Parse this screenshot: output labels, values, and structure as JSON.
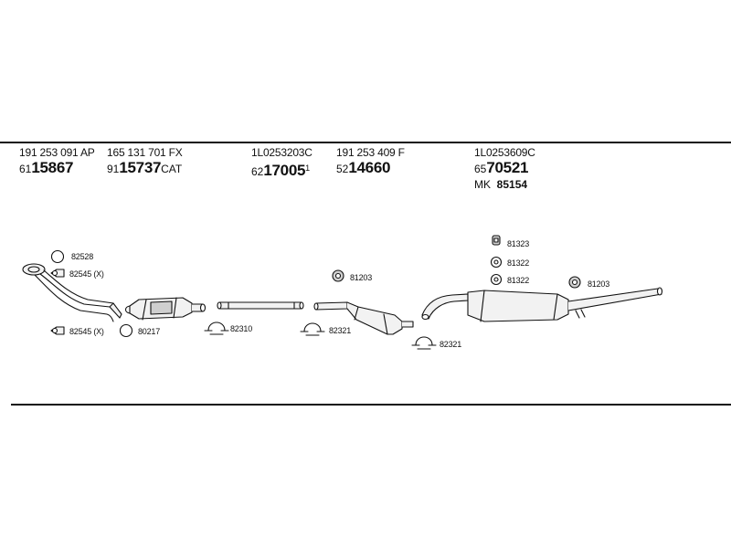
{
  "columns": [
    {
      "oem": "191 253 091 AP",
      "prefix": "61",
      "main": "15867",
      "suffix": ""
    },
    {
      "oem": "165 131 701 FX",
      "prefix": "91",
      "main": "15737",
      "suffix": "CAT"
    },
    {
      "oem": "1L0253203C",
      "prefix": "62",
      "main": "17005",
      "suffix": "",
      "sup": "1"
    },
    {
      "oem": "191 253 409 F",
      "prefix": "52",
      "main": "14660",
      "suffix": ""
    },
    {
      "oem": "1L0253609C",
      "prefix": "65",
      "main": "70521",
      "suffix": "",
      "extra_prefix": "MK",
      "extra_main": "85154"
    }
  ],
  "labels": {
    "p82528": "82528",
    "p82545a": "82545 (X)",
    "p82545b": "82545 (X)",
    "p80217": "80217",
    "p82310": "82310",
    "p82321a": "82321",
    "p81203a": "81203",
    "p82321b": "82321",
    "p81323": "81323",
    "p81322a": "81322",
    "p81322b": "81322",
    "p81203b": "81203"
  },
  "colors": {
    "line": "#111111",
    "part_fill": "#f2f2f2",
    "part_shade": "#cfcfcf"
  }
}
